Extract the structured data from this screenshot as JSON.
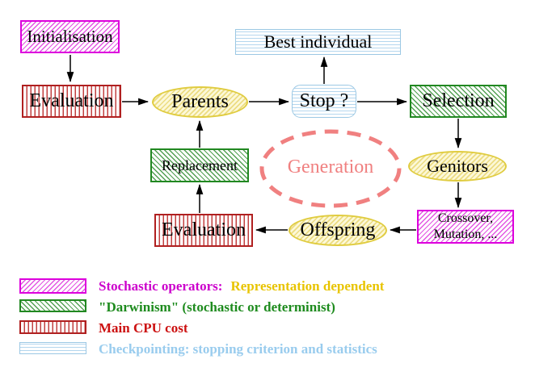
{
  "nodes": {
    "initialisation": {
      "label": "Initialisation"
    },
    "evaluation_top": {
      "label": "Evaluation"
    },
    "parents": {
      "label": "Parents"
    },
    "best_individual": {
      "label": "Best individual"
    },
    "stop": {
      "label": "Stop ?"
    },
    "selection": {
      "label": "Selection"
    },
    "replacement": {
      "label": "Replacement"
    },
    "generation": {
      "label": "Generation"
    },
    "genitors": {
      "label": "Genitors"
    },
    "crossover_mutation": {
      "line1": "Crossover,",
      "line2": "Mutation, ..."
    },
    "offspring": {
      "label": "Offspring"
    },
    "evaluation_bottom": {
      "label": "Evaluation"
    }
  },
  "legend": [
    {
      "label": "Stochastic operators:",
      "suffix": "Representation dependent"
    },
    {
      "label": "\"Darwinism\" (stochastic or determinist)"
    },
    {
      "label": "Main CPU cost"
    },
    {
      "label": "Checkpointing: stopping criterion and statistics"
    }
  ],
  "colors": {
    "stochastic_magenta": "#dd00dd",
    "darwinism_green": "#218821",
    "cpu_red": "#b02020",
    "checkpoint_cyan": "#99ccee",
    "population_yellow": "#e0cc40",
    "generation_salmon": "#f08080",
    "arrow_black": "#000000"
  }
}
